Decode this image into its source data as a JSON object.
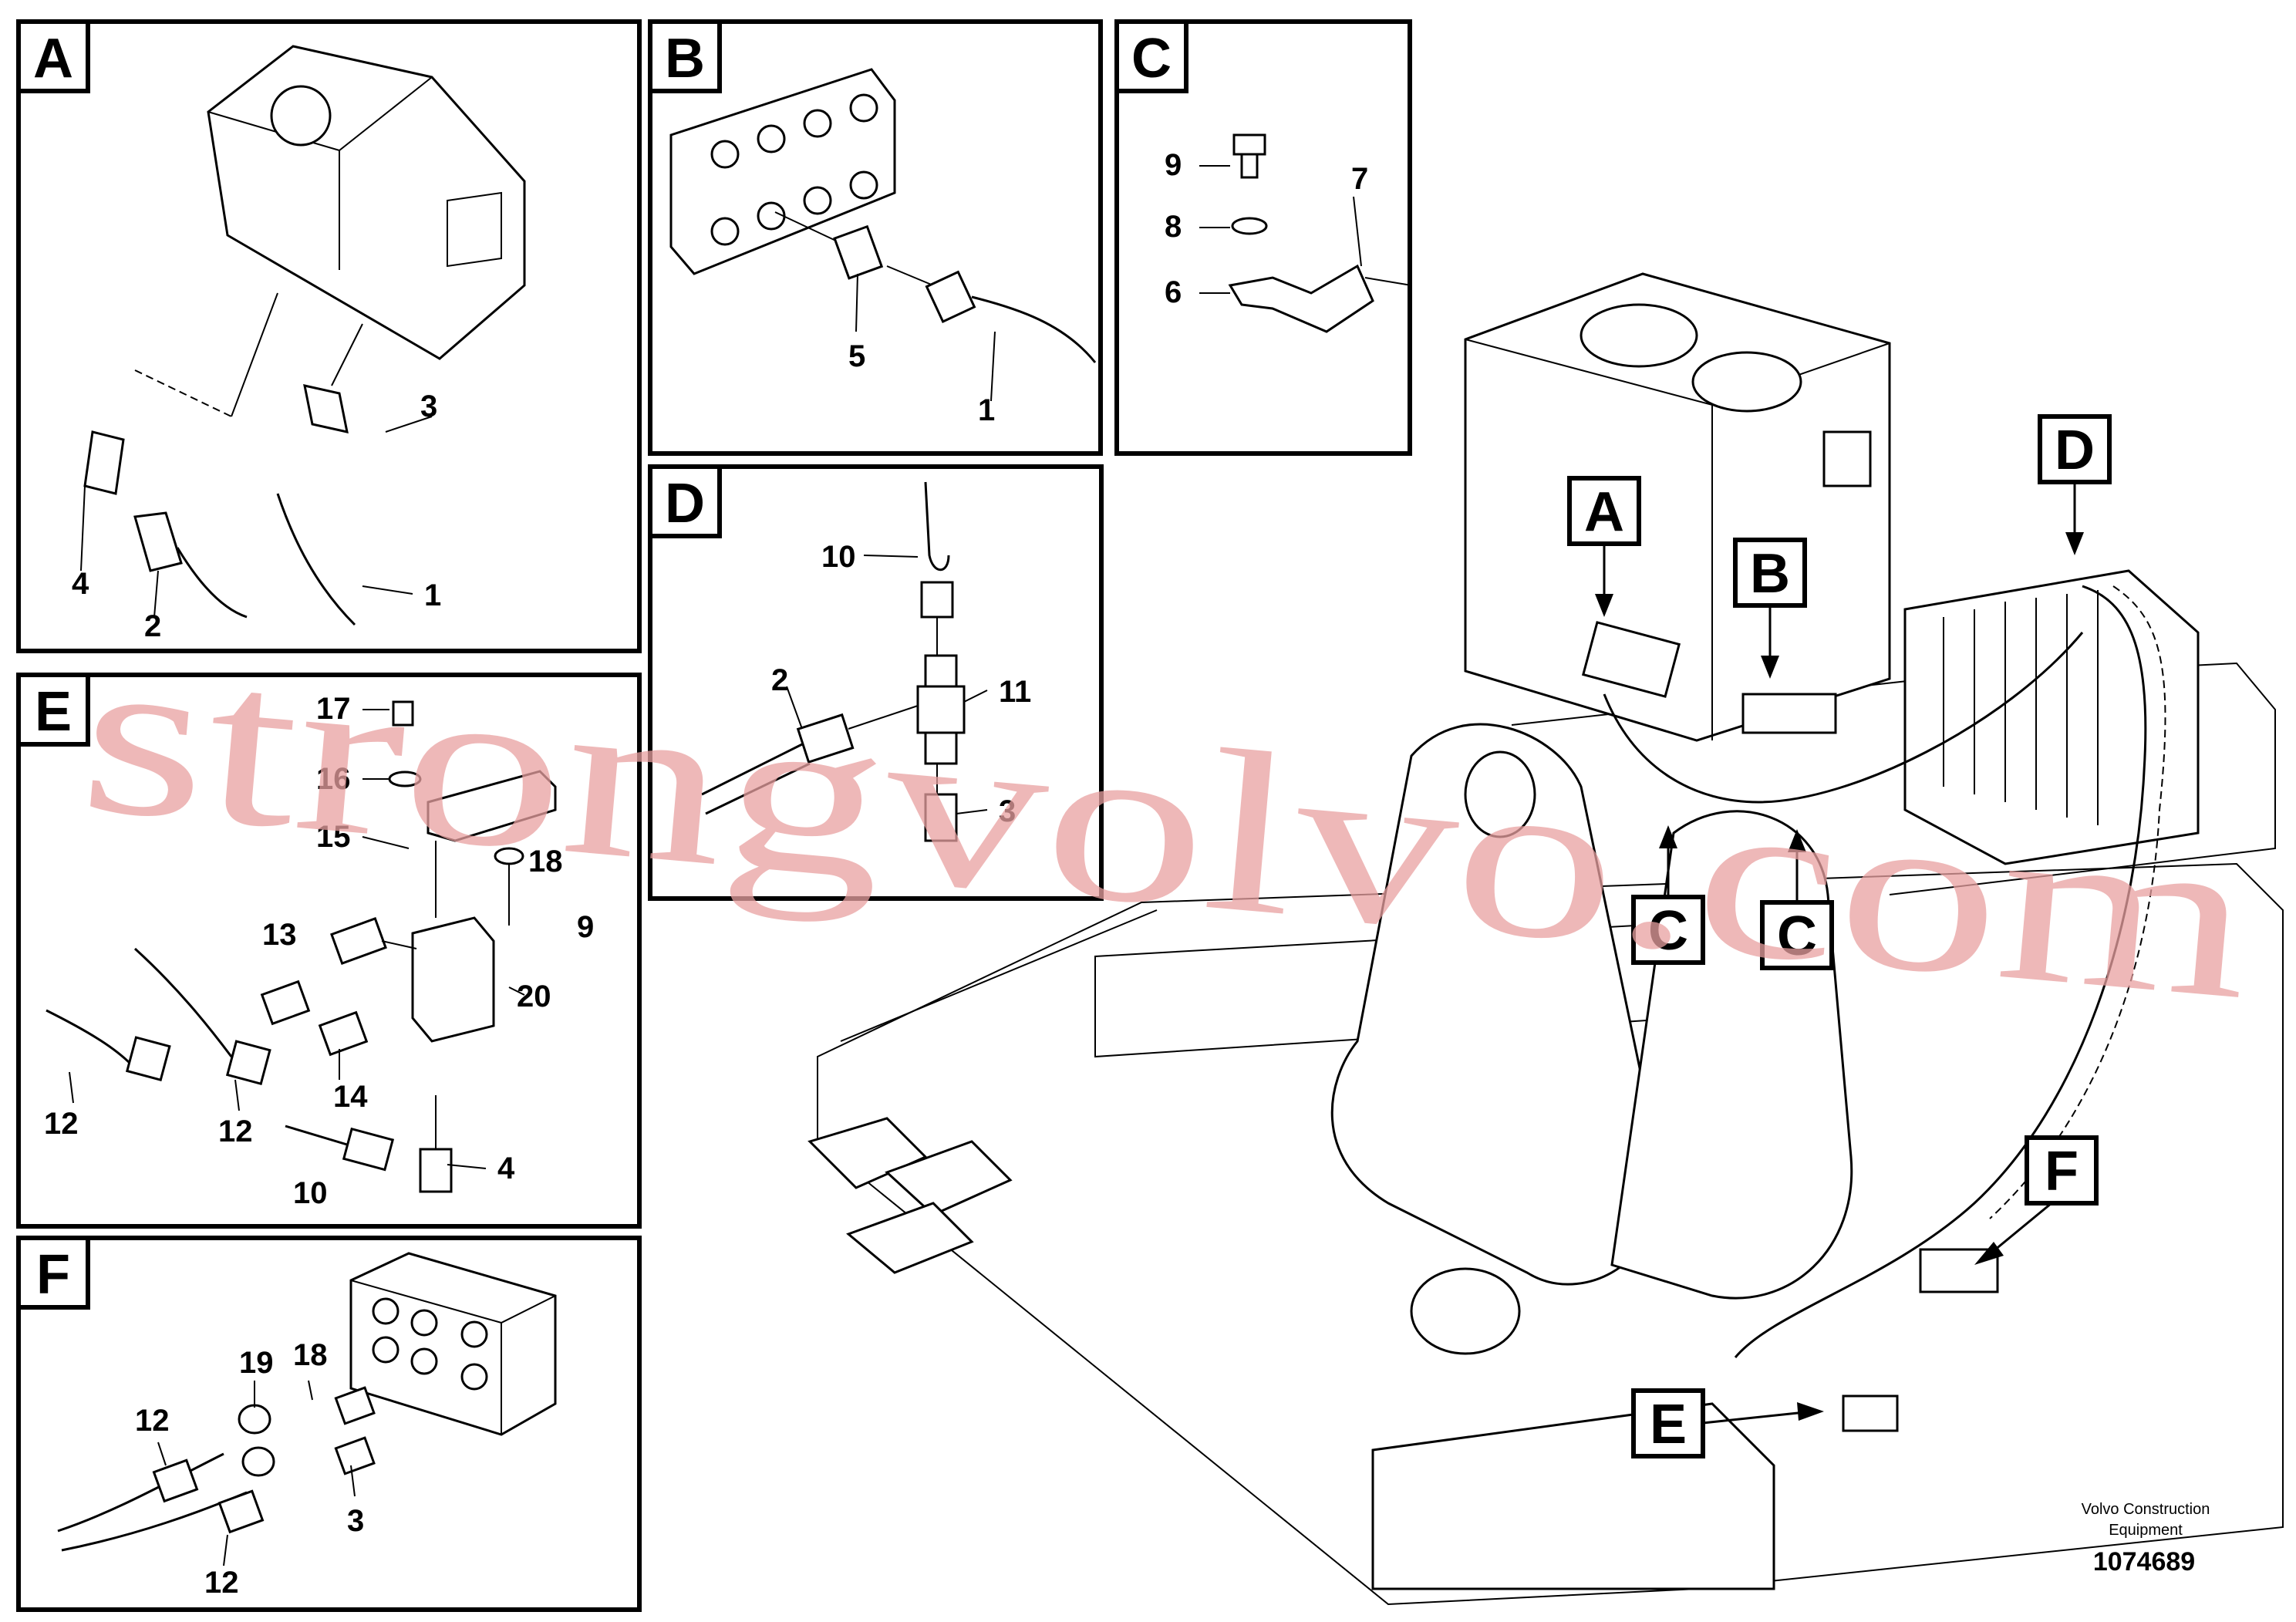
{
  "panels": {
    "A": {
      "letter": "A",
      "labels": [
        "3",
        "4",
        "2",
        "1"
      ]
    },
    "B": {
      "letter": "B",
      "labels": [
        "5",
        "1"
      ]
    },
    "C": {
      "letter": "C",
      "labels": [
        "9",
        "8",
        "7",
        "6"
      ]
    },
    "D": {
      "letter": "D",
      "labels": [
        "10",
        "2",
        "11",
        "3"
      ]
    },
    "E": {
      "letter": "E",
      "labels": [
        "17",
        "16",
        "15",
        "18",
        "9",
        "13",
        "20",
        "12",
        "12",
        "14",
        "10",
        "4"
      ]
    },
    "F": {
      "letter": "F",
      "labels": [
        "19",
        "18",
        "12",
        "3",
        "12"
      ]
    }
  },
  "callouts": {
    "A": "A",
    "B": "B",
    "C1": "C",
    "C2": "C",
    "D": "D",
    "E": "E",
    "F": "F"
  },
  "watermark": "strongvolvo.com",
  "brand": {
    "line1": "Volvo Construction",
    "line2": "Equipment"
  },
  "doc_number": "1074689"
}
